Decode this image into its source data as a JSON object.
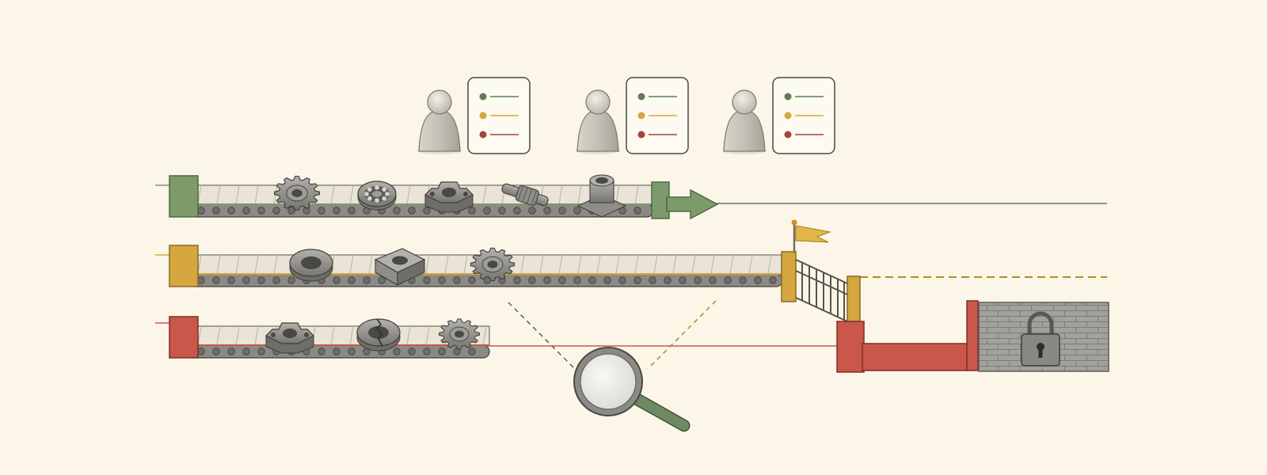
{
  "scene": {
    "background": "#fbf6e8",
    "description_labels": []
  },
  "colors": {
    "green": "#7c9a6a",
    "green_dark": "#5e7d52",
    "amber": "#d6a63f",
    "amber_dark": "#b8882a",
    "red": "#c9584a",
    "red_dark": "#a8433a",
    "steel": "#8b8a86",
    "steel_dark": "#55544f",
    "belt": "#e9e4d6",
    "chain": "#6f6d68",
    "card": "#fdfaf1",
    "card_border": "#4a4843",
    "wall": "#9c9a94"
  },
  "reviewers": [
    {
      "name": "reviewer-1",
      "checklist": [
        "green",
        "amber",
        "red"
      ]
    },
    {
      "name": "reviewer-2",
      "checklist": [
        "green",
        "amber",
        "red"
      ]
    },
    {
      "name": "reviewer-3",
      "checklist": [
        "green",
        "amber",
        "red"
      ]
    }
  ],
  "lanes": [
    {
      "name": "green-lane",
      "status": "pass",
      "parts": [
        "gear-icon",
        "bearing-icon",
        "bracket-icon",
        "shaft-icon",
        "flange-icon"
      ],
      "end": "arrow-icon"
    },
    {
      "name": "amber-lane",
      "status": "hold",
      "parts": [
        "ring-icon",
        "block-icon",
        "gear-icon"
      ],
      "end": "gate-with-flag"
    },
    {
      "name": "red-lane",
      "status": "blocked",
      "parts": [
        "bracket-icon",
        "cracked-ring-icon",
        "gear-icon"
      ],
      "end": "locked-wall"
    }
  ]
}
